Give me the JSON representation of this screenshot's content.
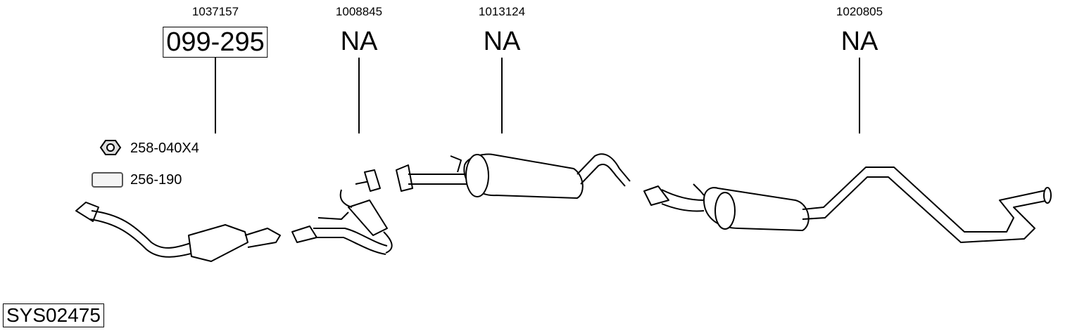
{
  "parts": [
    {
      "ref": "1037157",
      "code": "099-295",
      "boxed": true
    },
    {
      "ref": "1008845",
      "code": "NA",
      "boxed": false
    },
    {
      "ref": "1013124",
      "code": "NA",
      "boxed": false
    },
    {
      "ref": "1020805",
      "code": "NA",
      "boxed": false
    }
  ],
  "accessories": [
    {
      "icon": "hex-nut-icon",
      "label": "258-040X4"
    },
    {
      "icon": "gasket-icon",
      "label": "256-190"
    }
  ],
  "system_code": "SYS02475"
}
